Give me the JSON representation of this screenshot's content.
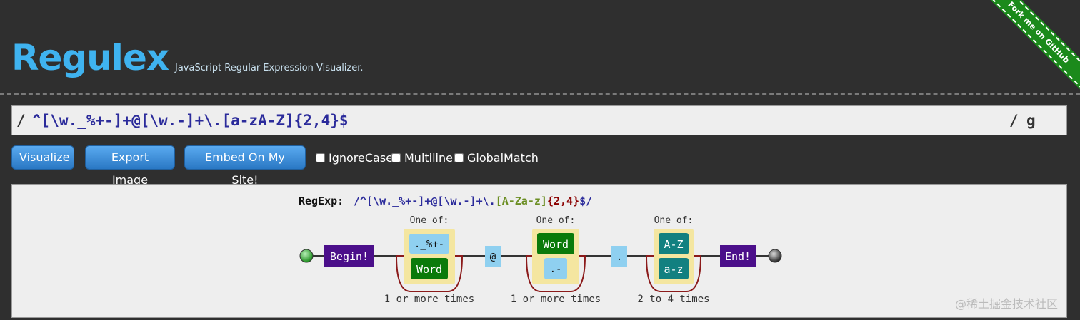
{
  "header": {
    "logo": "Regulex",
    "tagline": "JavaScript Regular Expression Visualizer.",
    "ribbon": "Fork me on GitHub"
  },
  "input": {
    "slash_open": "/",
    "regex": "^[\\w._%+-]+@[\\w.-]+\\.[a-zA-Z]{2,4}$",
    "slash_close": "/",
    "flags": "g"
  },
  "toolbar": {
    "visualize": "Visualize",
    "export": "Export Image",
    "embed": "Embed On My Site!",
    "ignore_case": "IgnoreCase",
    "multiline": "Multiline",
    "global_match": "GlobalMatch"
  },
  "diagram": {
    "regexp_label": "RegExp:",
    "regexp_parts": [
      {
        "text": "/^[\\w._%+-]+@[\\w.-]+\\.",
        "color": "#2b2b9b"
      },
      {
        "text": "[A-Za-z]",
        "color": "#6b8e23"
      },
      {
        "text": "{2,4}",
        "color": "#8b0000"
      },
      {
        "text": "$/",
        "color": "#2b2b9b"
      }
    ],
    "begin": "Begin!",
    "end": "End!",
    "groups": [
      {
        "header": "One of:",
        "items": [
          "._%+-",
          "Word"
        ],
        "footer": "1 or more times"
      },
      {
        "header": "One of:",
        "items": [
          "Word",
          ".-"
        ],
        "footer": "1 or more times"
      },
      {
        "header": "One of:",
        "items": [
          "A-Z",
          "a-z"
        ],
        "footer": "2 to 4 times"
      }
    ],
    "literals": [
      "@",
      "."
    ]
  },
  "watermark": "@稀土掘金技术社区",
  "colors": {
    "logo": "#3fb3f0",
    "begin_end": "#4b0f8a",
    "word": "#0a7a0a",
    "charset": "#8fd0f0",
    "range": "#128080",
    "group_bg": "#f4e6a0",
    "loop": "#8b1a1a"
  }
}
